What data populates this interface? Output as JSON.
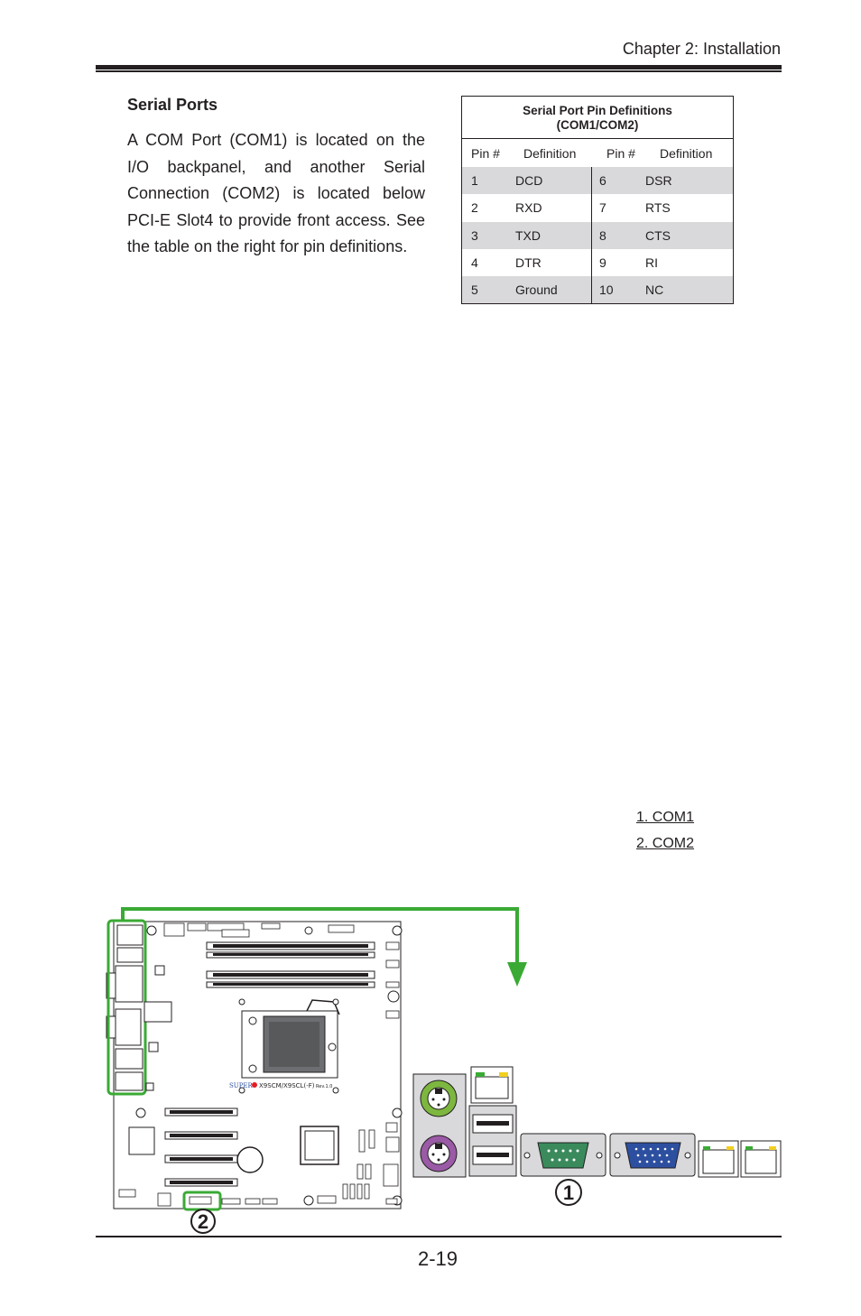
{
  "header": {
    "chapter": "Chapter 2: Installation"
  },
  "section": {
    "title": "Serial Ports",
    "body": "A COM Port (COM1) is located on the I/O backpanel, and another Serial Connection (COM2) is located below PCI-E Slot4 to provide front access. See the table on the right for pin definitions."
  },
  "pin_table": {
    "title_line1": "Serial Port Pin Definitions",
    "title_line2": "(COM1/COM2)",
    "columns": [
      "Pin #",
      "Definition",
      "Pin #",
      "Definition"
    ],
    "rows": [
      [
        "1",
        "DCD",
        "6",
        "DSR"
      ],
      [
        "2",
        "RXD",
        "7",
        "RTS"
      ],
      [
        "3",
        "TXD",
        "8",
        "CTS"
      ],
      [
        "4",
        "DTR",
        "9",
        "RI"
      ],
      [
        "5",
        "Ground",
        "10",
        "NC"
      ]
    ]
  },
  "legend": {
    "item1": "1. COM1",
    "item2": "2. COM2"
  },
  "figure": {
    "board_brand": "SUPER",
    "board_model": "X9SCM/X9SCL(-F)",
    "board_rev": "Rev.1.0",
    "callout1": "1",
    "callout2": "2",
    "highlight_color": "#3aaa35",
    "mouse_port_color": "#7db73f",
    "keyboard_port_color": "#9a5aa6",
    "com_port_color": "#3a8a5c",
    "vga_port_color": "#2d4fa0"
  },
  "footer": {
    "page_number": "2-19"
  }
}
